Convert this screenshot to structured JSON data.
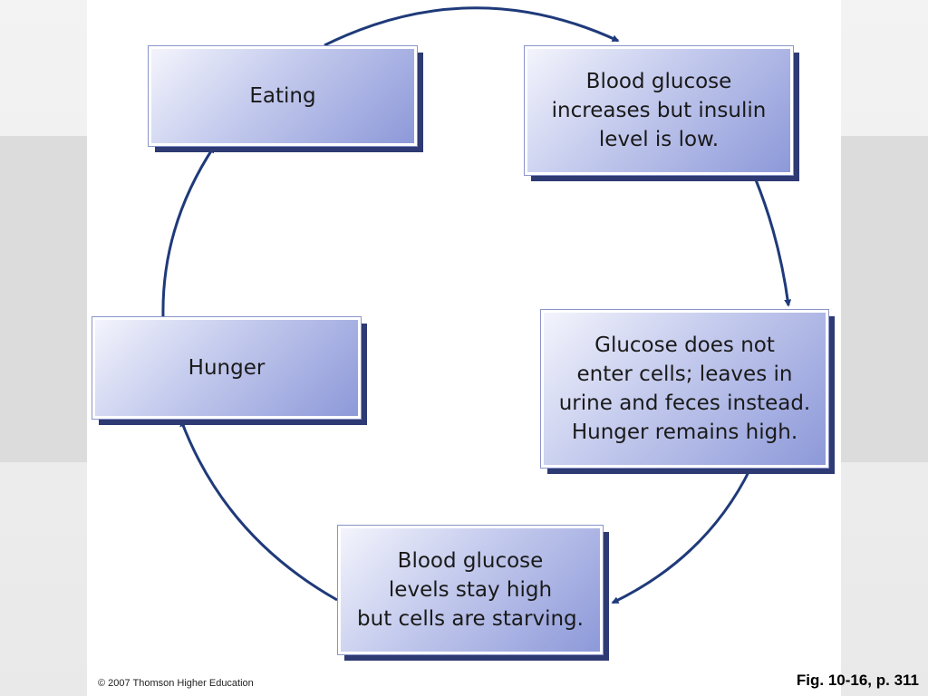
{
  "diagram": {
    "nodes": [
      {
        "id": "eating",
        "label": "Eating"
      },
      {
        "id": "glucose-increases",
        "label": "Blood glucose\nincreases but insulin\nlevel is low."
      },
      {
        "id": "glucose-not-enter",
        "label": "Glucose does not\nenter cells; leaves in\nurine and feces instead.\nHunger remains high."
      },
      {
        "id": "cells-starving",
        "label": "Blood glucose\nlevels stay high\nbut cells are starving."
      },
      {
        "id": "hunger",
        "label": "Hunger"
      }
    ],
    "edges": [
      {
        "from": "eating",
        "to": "glucose-increases"
      },
      {
        "from": "glucose-increases",
        "to": "glucose-not-enter"
      },
      {
        "from": "glucose-not-enter",
        "to": "cells-starving"
      },
      {
        "from": "cells-starving",
        "to": "hunger"
      },
      {
        "from": "hunger",
        "to": "eating"
      }
    ],
    "arrow_color": "#1f3a7a"
  },
  "footer": {
    "copyright": "© 2007 Thomson Higher Education",
    "figure_ref": "Fig. 10-16, p. 311"
  }
}
